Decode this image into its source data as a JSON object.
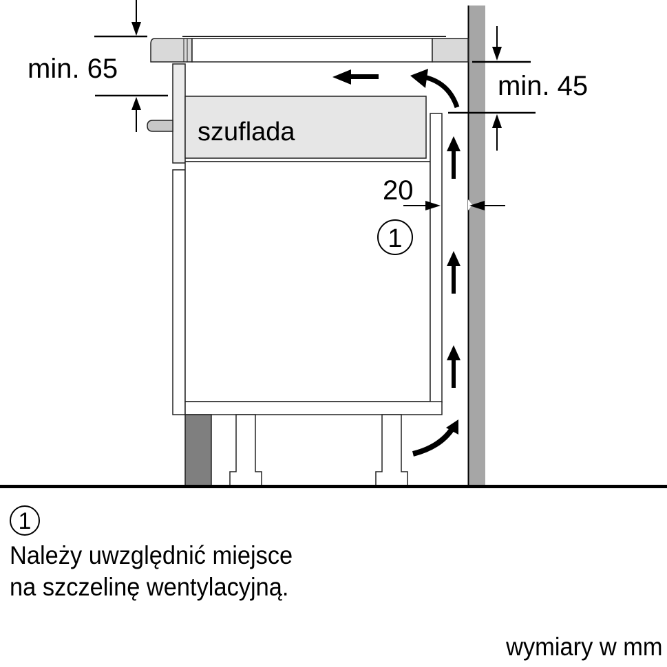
{
  "diagram": {
    "labels": {
      "drawer": "szuflada",
      "min_top_left": "min. 65",
      "min_top_right": "min. 45",
      "gap_side": "20",
      "callout_marker": "1"
    },
    "colors": {
      "line": "#000000",
      "hob_frame": "#d9d9d9",
      "drawer_fill": "#e6e6e6",
      "panel_fill": "#ececec",
      "wall": "#a6a6a6",
      "plinth": "#7f7f7f",
      "background": "#ffffff"
    }
  },
  "legend": {
    "marker": "1",
    "line1": "Należy uwzględnić miejsce",
    "line2": "na szczelinę wentylacyjną."
  },
  "footer": {
    "units": "wymiary w mm"
  }
}
